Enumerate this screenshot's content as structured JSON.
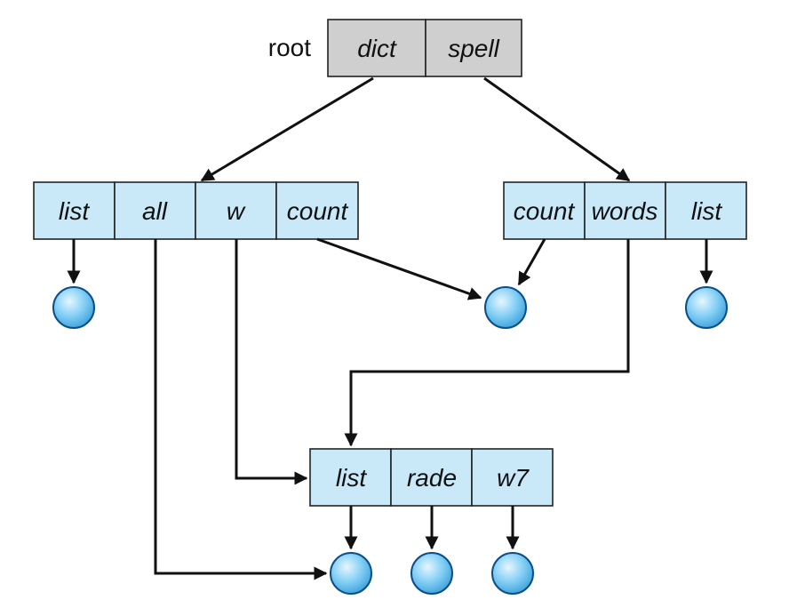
{
  "root": {
    "label": "root",
    "entries": [
      "dict",
      "spell"
    ]
  },
  "dict": {
    "entries": [
      "list",
      "all",
      "w",
      "count"
    ]
  },
  "spell": {
    "entries": [
      "count",
      "words",
      "list"
    ]
  },
  "subdir": {
    "entries": [
      "list",
      "rade",
      "w7"
    ]
  },
  "colors": {
    "root_fill": "#cfcfcf",
    "dir_fill": "#c9e8f8",
    "file_node_fill": "#6fc3f0",
    "line": "#111111"
  }
}
